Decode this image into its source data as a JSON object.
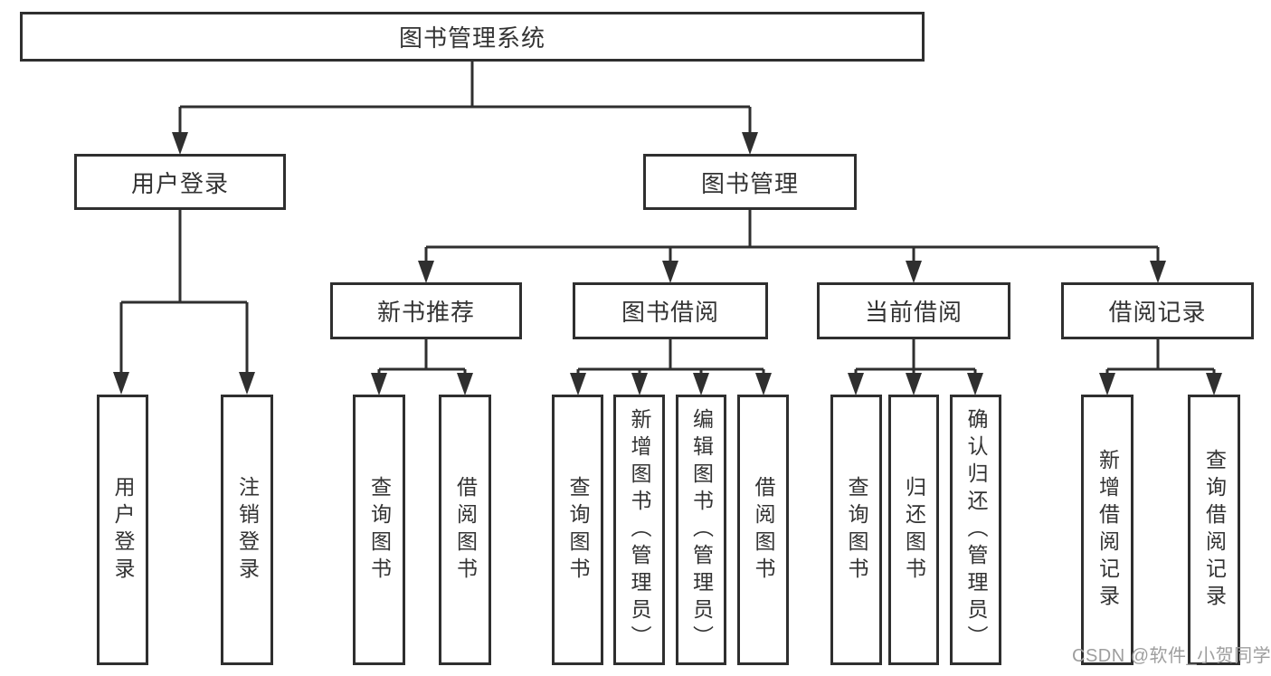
{
  "tree": {
    "label": "图书管理系统",
    "children": [
      {
        "label": "用户登录",
        "children": [
          {
            "label": "用户登录"
          },
          {
            "label": "注销登录"
          }
        ]
      },
      {
        "label": "图书管理",
        "children": [
          {
            "label": "新书推荐",
            "children": [
              {
                "label": "查询图书"
              },
              {
                "label": "借阅图书"
              }
            ]
          },
          {
            "label": "图书借阅",
            "children": [
              {
                "label": "查询图书"
              },
              {
                "label": "新增图书（管理员）"
              },
              {
                "label": "编辑图书（管理员）"
              },
              {
                "label": "借阅图书"
              }
            ]
          },
          {
            "label": "当前借阅",
            "children": [
              {
                "label": "查询图书"
              },
              {
                "label": "归还图书"
              },
              {
                "label": "确认归还（管理员）"
              }
            ]
          },
          {
            "label": "借阅记录",
            "children": [
              {
                "label": "新增借阅记录"
              },
              {
                "label": "查询借阅记录"
              }
            ]
          }
        ]
      }
    ]
  },
  "watermark": {
    "text": "CSDN @软件_小贺同学"
  },
  "colors": {
    "line": "#2f2f2f",
    "text": "#333333",
    "watermark": "#9e9e9e",
    "background": "#ffffff"
  }
}
